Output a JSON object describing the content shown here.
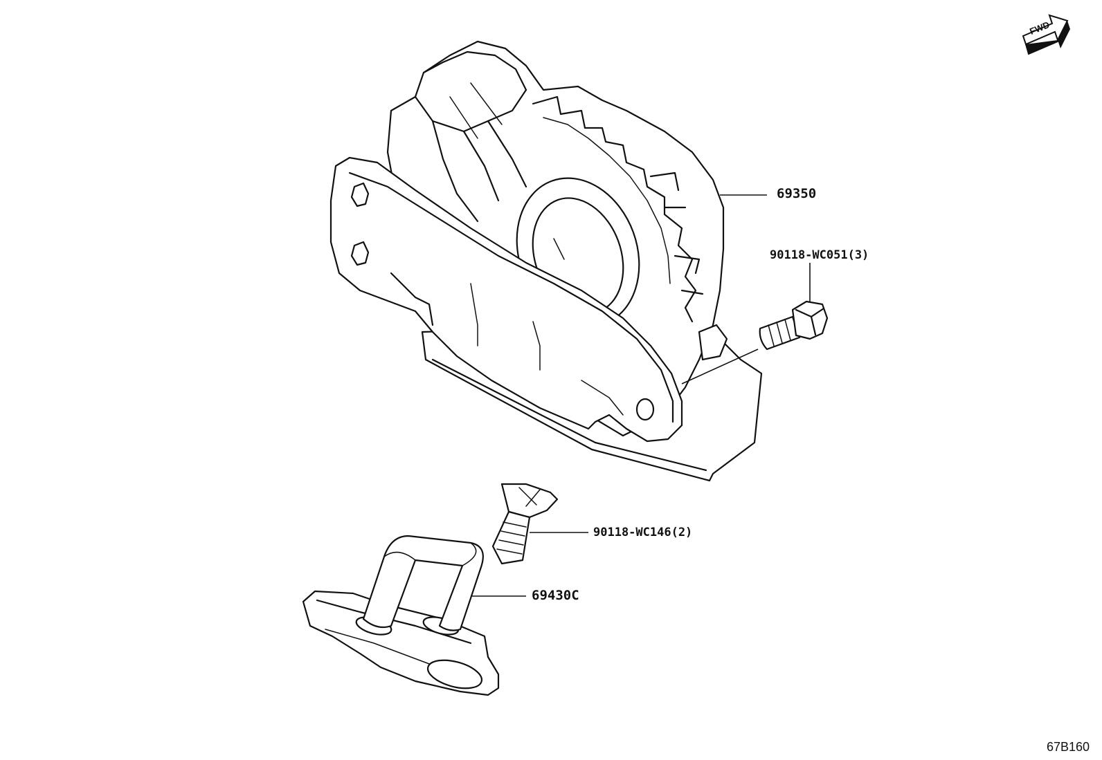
{
  "diagram": {
    "direction_indicator": {
      "text": "FWD",
      "icon": "forward-arrow-icon"
    },
    "reference_code": "67B160",
    "callouts": [
      {
        "id": "part-69350",
        "text": "69350"
      },
      {
        "id": "part-90118-wc051",
        "text": "90118-WC051(3)"
      },
      {
        "id": "part-90118-wc146",
        "text": "90118-WC146(2)"
      },
      {
        "id": "part-69430c",
        "text": "69430C"
      }
    ]
  }
}
